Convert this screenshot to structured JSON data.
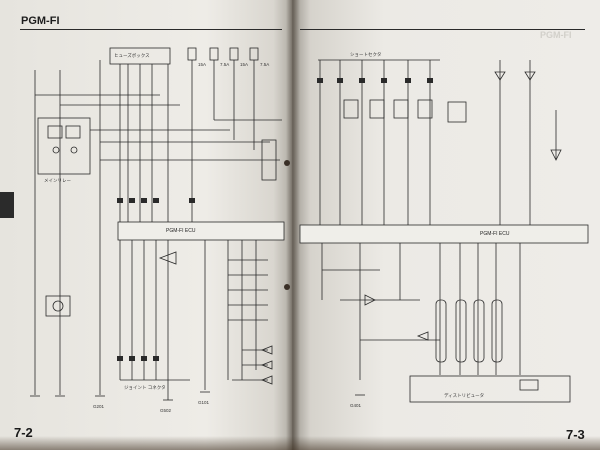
{
  "header": {
    "title": "PGM-FI",
    "ghost_title": "PGM-FI"
  },
  "page_numbers": {
    "left": "7-2",
    "right": "7-3"
  },
  "labels": {
    "ecu_left": "PGM-FI ECU",
    "ecu_right": "PGM-FI ECU",
    "main_relay": "メインリレー",
    "fuse_box_left": "ヒューズボックス",
    "fuse_box_right": "ショートセクタ",
    "distributor": "ディストリビュータ",
    "connector_bottom": "ジョイント コネクタ",
    "ground_1": "G101",
    "ground_2": "G201",
    "ground_3": "G401",
    "ground_4": "G502"
  },
  "fuses": [
    "15A",
    "7.5A",
    "15A",
    "7.5A"
  ],
  "colors": {
    "paper": "#ebe9e4",
    "ink": "#2a2a2a",
    "background": "#5a4a3c"
  }
}
